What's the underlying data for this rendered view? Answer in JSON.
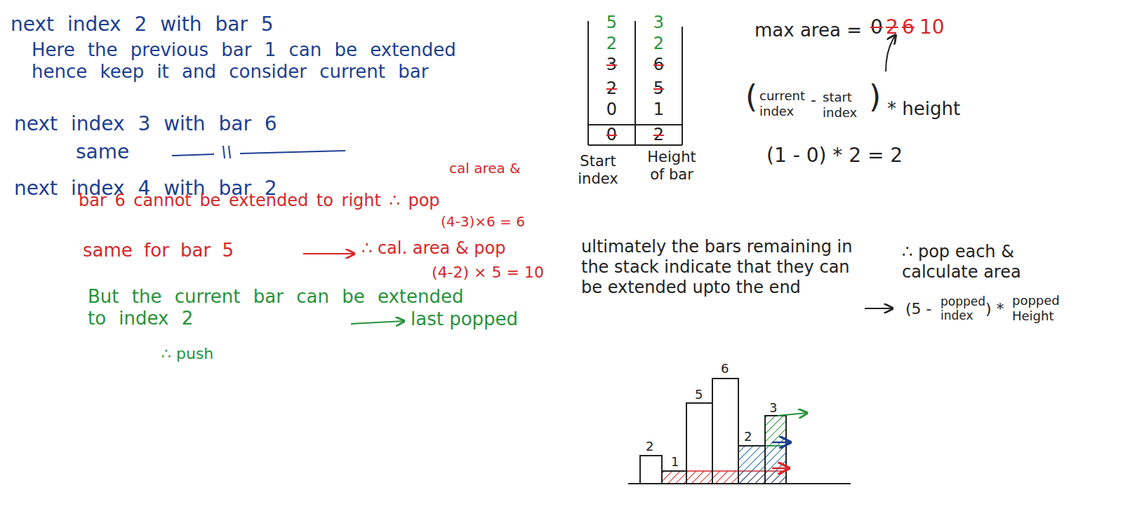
{
  "diagram": {
    "nodes": [
      {
        "text": [
          "5",
          "2",
          "3",
          "2",
          "0",
          "0",
          "Start index"
        ]
      },
      {
        "text": [
          "3",
          "2",
          "6",
          "5",
          "1",
          "2",
          "Height of bar"
        ]
      }
    ],
    "labels": [
      "next index 2 with bar 5",
      "Here the previous bar 1 can be extended hence keep it and consider current bar",
      "next index 3 with bar 6",
      "same",
      "next index 4 with bar 2",
      "cal area &",
      "bar 6 cannot be extended to right ∴ pop",
      "(4-3)×6 = 6",
      "same for bar 5",
      "∴ cal. area & pop",
      "(4-2) × 5 = 10",
      "But the current bar can be extended to index 2",
      "last popped",
      "∴ push",
      "max area =",
      "0",
      "2",
      "6",
      "10",
      "(",
      "current index",
      "-",
      "start index",
      ")",
      "* height",
      "(1 - 0) * 2 = 2",
      "ultimately the bars remaining in the stack indicate that they can be extended upto the end",
      "∴ pop each & calculate area",
      "(5 -",
      "popped index",
      ") *",
      "popped Height",
      "2",
      "1",
      "5",
      "6",
      "2",
      "3"
    ]
  }
}
